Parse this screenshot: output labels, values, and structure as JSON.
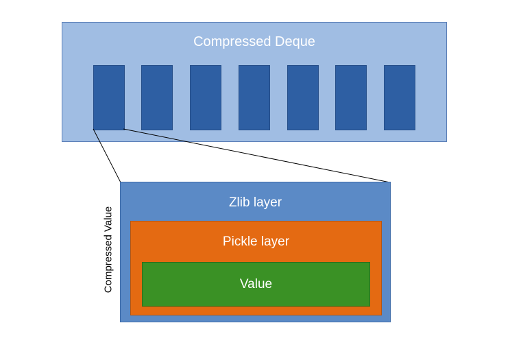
{
  "deque": {
    "title": "Compressed Deque",
    "slot_count": 7,
    "fill_color": "#a0bde3",
    "slot_color": "#2e5fa3"
  },
  "compressed_value": {
    "label": "Compressed Value",
    "zlib_layer": {
      "label": "Zlib layer",
      "color": "#5b8ac6"
    },
    "pickle_layer": {
      "label": "Pickle layer",
      "color": "#e46a12"
    },
    "value": {
      "label": "Value",
      "color": "#3a9125"
    }
  }
}
